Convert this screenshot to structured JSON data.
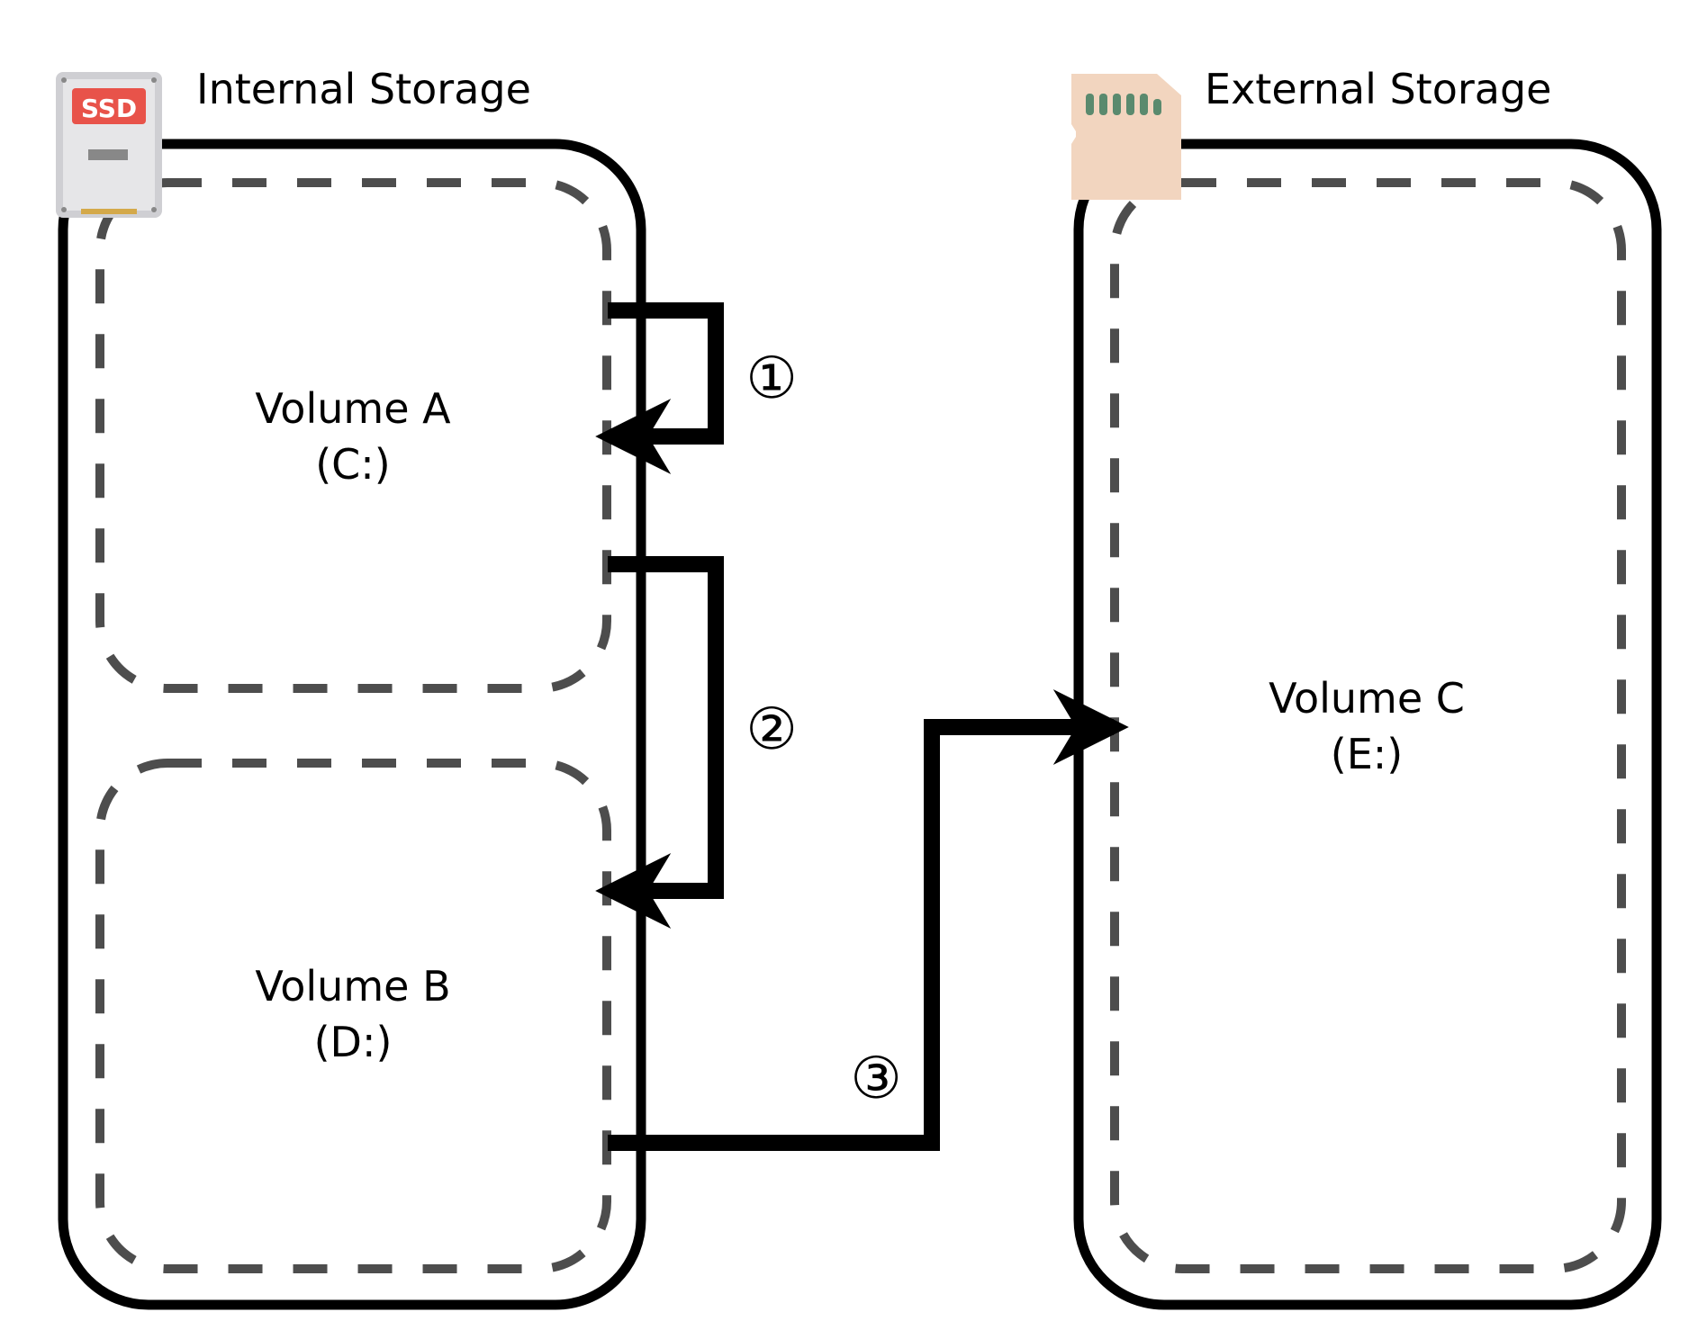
{
  "internal_storage": {
    "title": "Internal Storage",
    "icon": "ssd-icon",
    "icon_badge": "SSD",
    "volumes": [
      {
        "name": "Volume A",
        "drive": "(C:)"
      },
      {
        "name": "Volume B",
        "drive": "(D:)"
      }
    ]
  },
  "external_storage": {
    "title": "External Storage",
    "icon": "sd-card-icon",
    "volumes": [
      {
        "name": "Volume C",
        "drive": "(E:)"
      }
    ]
  },
  "steps": [
    {
      "label": "①",
      "from": "Volume A",
      "to": "Volume A"
    },
    {
      "label": "②",
      "from": "Volume A",
      "to": "Volume B"
    },
    {
      "label": "③",
      "from": "Volume B",
      "to": "Volume C"
    }
  ],
  "colors": {
    "container_stroke": "#000000",
    "volume_stroke": "#4d4d4d",
    "arrow": "#000000",
    "ssd_badge": "#e8534a",
    "ssd_body": "#e6e6e8",
    "sd_card": "#f2d5bf",
    "sd_contacts": "#5a8a6e"
  }
}
